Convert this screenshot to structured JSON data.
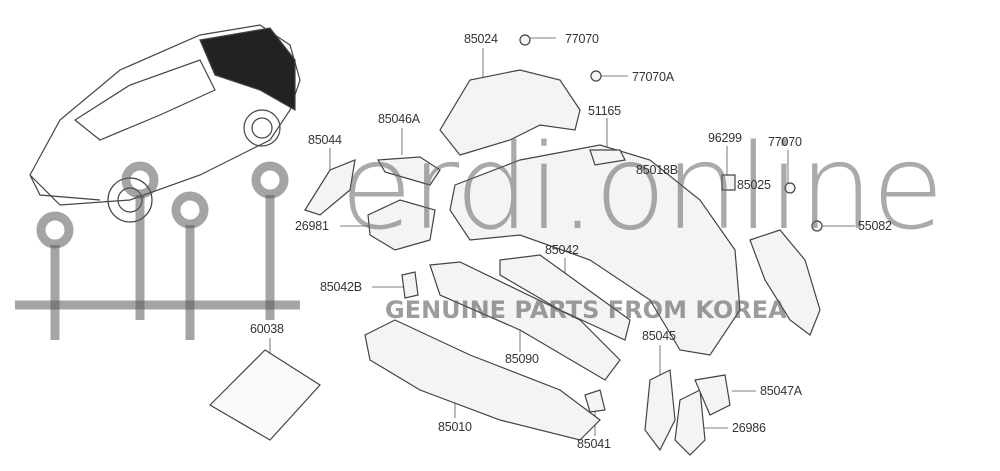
{
  "labels": {
    "p85024": "85024",
    "p77070_top": "77070",
    "p77070A": "77070A",
    "p51165": "51165",
    "p85044": "85044",
    "p85046A": "85046A",
    "p96299": "96299",
    "p77070_right": "77070",
    "p85018B": "85018B",
    "p85025": "85025",
    "p55082": "55082",
    "p26981": "26981",
    "p85042": "85042",
    "p85042B": "85042B",
    "p60038": "60038",
    "p85090": "85090",
    "p85045": "85045",
    "p85047A": "85047A",
    "p85010": "85010",
    "p85041": "85041",
    "p26986": "26986"
  },
  "watermark": {
    "domain": "erdi.online",
    "tagline": "GENUINE PARTS FROM KOREA"
  }
}
